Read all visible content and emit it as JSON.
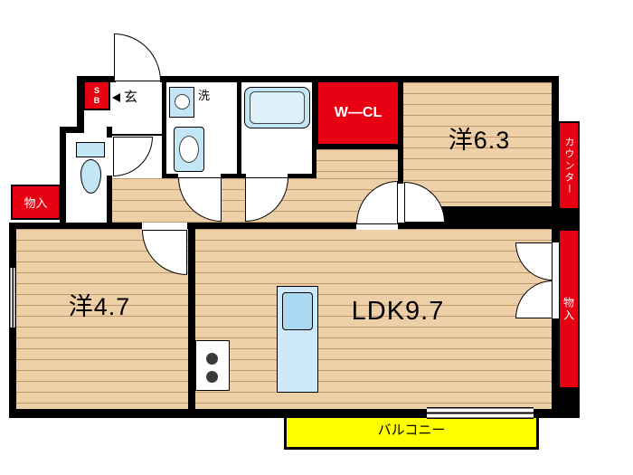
{
  "floor_plan": {
    "rooms": {
      "western_6_3": {
        "label": "洋6.3"
      },
      "western_4_7": {
        "label": "洋4.7"
      },
      "ldk": {
        "label": "LDK9.7"
      },
      "walk_in_closet": {
        "label": "W―CL"
      },
      "entrance": {
        "label": "玄"
      },
      "laundry": {
        "label": "洗"
      },
      "shoe_box": {
        "label": "SB"
      },
      "storage_left": {
        "label": "物入"
      },
      "storage_right": {
        "label": "物入"
      },
      "counter": {
        "label": "カウンター"
      },
      "balcony": {
        "label": "バルコニー"
      }
    },
    "colors": {
      "wall": "#000000",
      "storage_accent": "#e60012",
      "balcony_yellow": "#ffff00",
      "wood_floor": "#eed0a8",
      "fixture_blue": "#c2e6f5"
    }
  }
}
